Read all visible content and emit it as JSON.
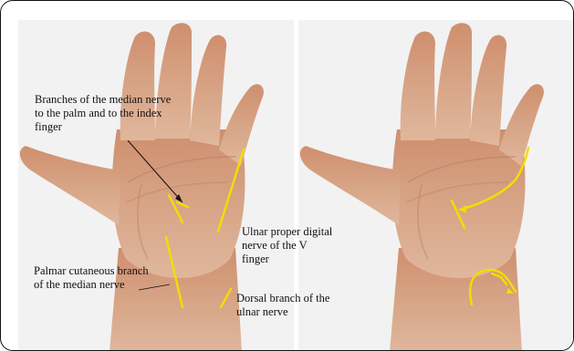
{
  "figure": {
    "panels": [
      {
        "name": "left-hand-panel"
      },
      {
        "name": "right-hand-panel"
      }
    ],
    "labels": {
      "median_nerve_palm": "Branches of the median nerve\nto the palm and to the index\nfinger",
      "ulnar_digital": "Ulnar proper digital\nnerve of the V\nfinger",
      "palmar_cutaneous": "Palmar cutaneous branch\nof the median nerve",
      "dorsal_branch": "Dorsal branch of the\nulnar nerve"
    },
    "colors": {
      "skin": "#d9a07c",
      "skin_shadow": "#b9806a",
      "nerve": "#f2dd00",
      "panel_bg": "#f2f2f2",
      "frame": "#111111"
    }
  }
}
